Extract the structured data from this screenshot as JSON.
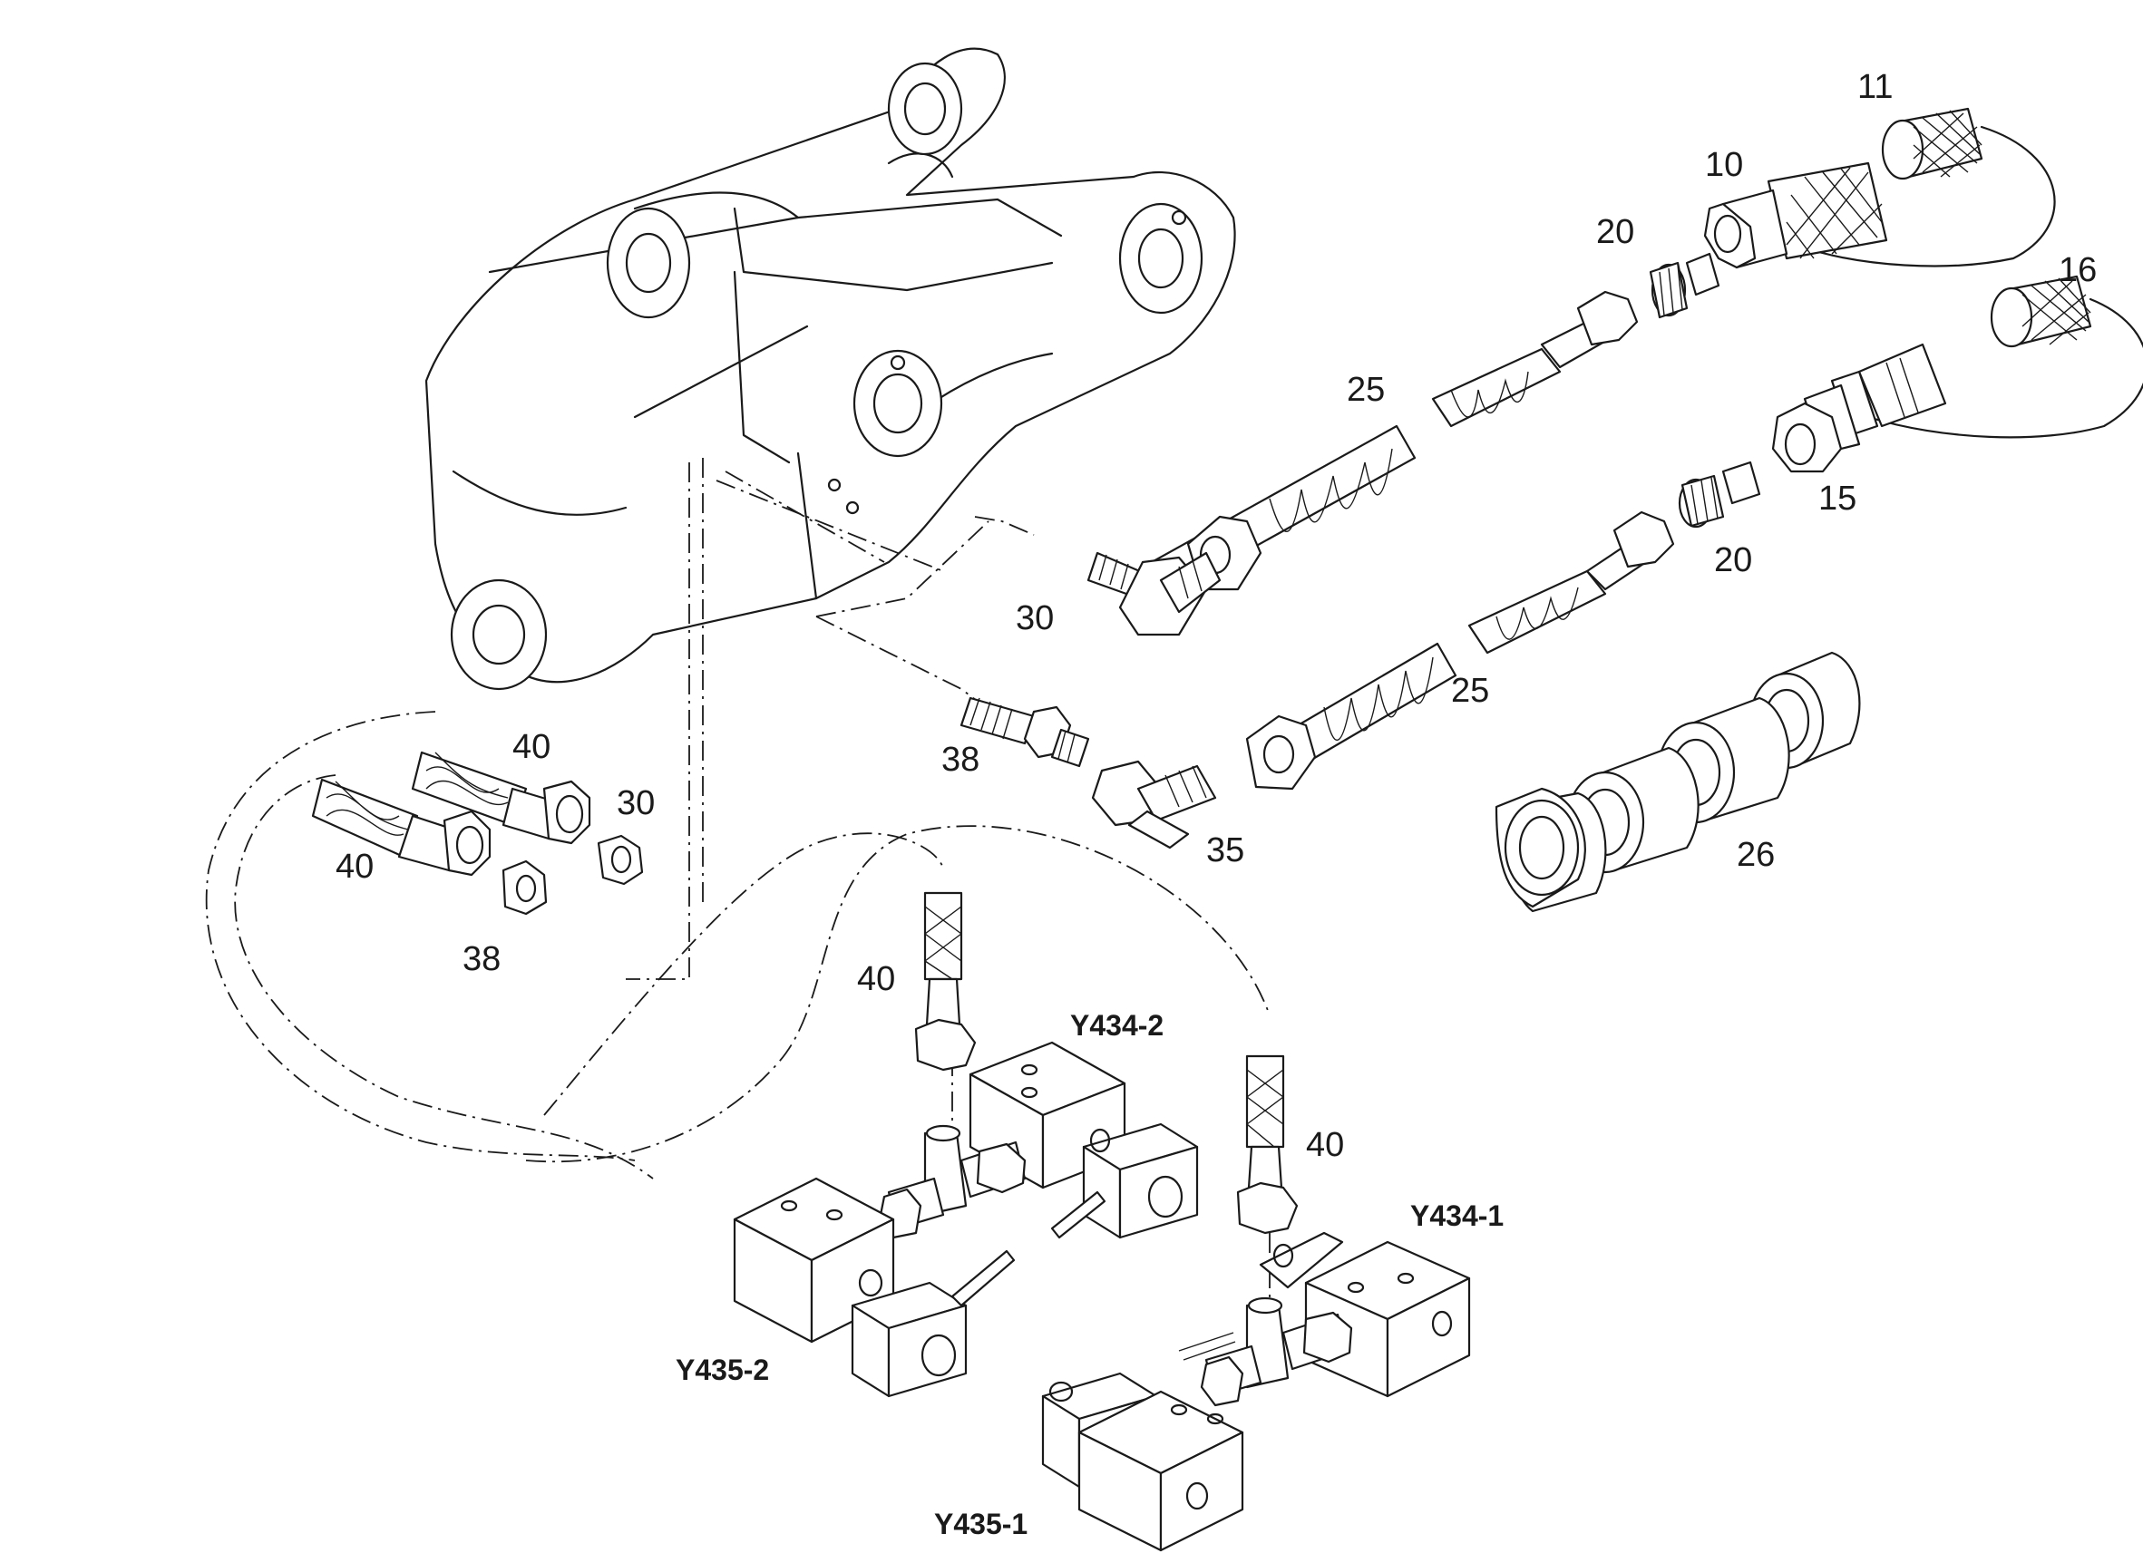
{
  "part_numbers": {
    "n11": "11",
    "n10": "10",
    "n16": "16",
    "n20_top": "20",
    "n20_mid": "20",
    "n25_top": "25",
    "n25_mid": "25",
    "n15": "15",
    "n30_right": "30",
    "n30_left": "30",
    "n40_a": "40",
    "n40_b": "40",
    "n40_c": "40",
    "n40_d": "40",
    "n38_a": "38",
    "n38_b": "38",
    "n35": "35",
    "n26": "26"
  },
  "valve_labels": {
    "y434_2": "Y434-2",
    "y434_1": "Y434-1",
    "y435_2": "Y435-2",
    "y435_1": "Y435-1"
  }
}
